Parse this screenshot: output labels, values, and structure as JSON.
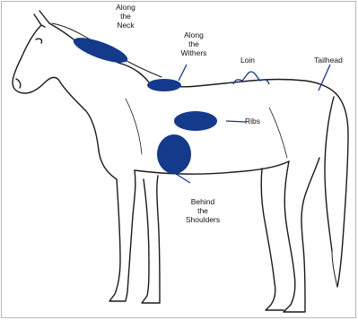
{
  "diagram": {
    "labels": {
      "neck": [
        "Along",
        "the",
        "Neck"
      ],
      "withers": [
        "Along",
        "the",
        "Withers"
      ],
      "loin": "Loin",
      "tailhead": "Tailhead",
      "ribs": "Ribs",
      "shoulders": [
        "Behind",
        "the",
        "Shoulders"
      ]
    },
    "colors": {
      "marker": "#143a8c",
      "outline": "#1a1a1a",
      "frame": "#b8b8b8"
    }
  }
}
